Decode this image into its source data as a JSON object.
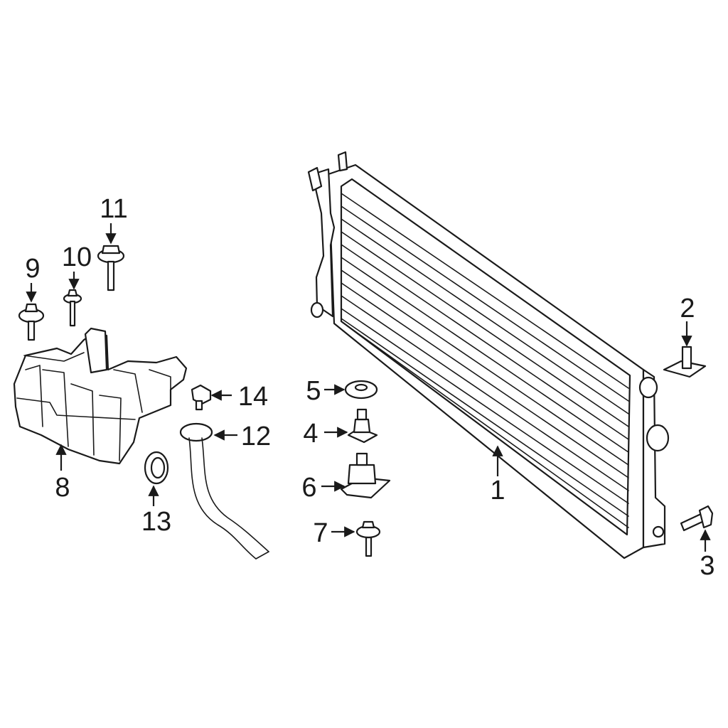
{
  "callouts": {
    "c1": "1",
    "c2": "2",
    "c3": "3",
    "c4": "4",
    "c5": "5",
    "c6": "6",
    "c7": "7",
    "c8": "8",
    "c9": "9",
    "c10": "10",
    "c11": "11",
    "c12": "12",
    "c13": "13",
    "c14": "14"
  },
  "colors": {
    "line": "#1a1a1a",
    "background": "#ffffff"
  }
}
